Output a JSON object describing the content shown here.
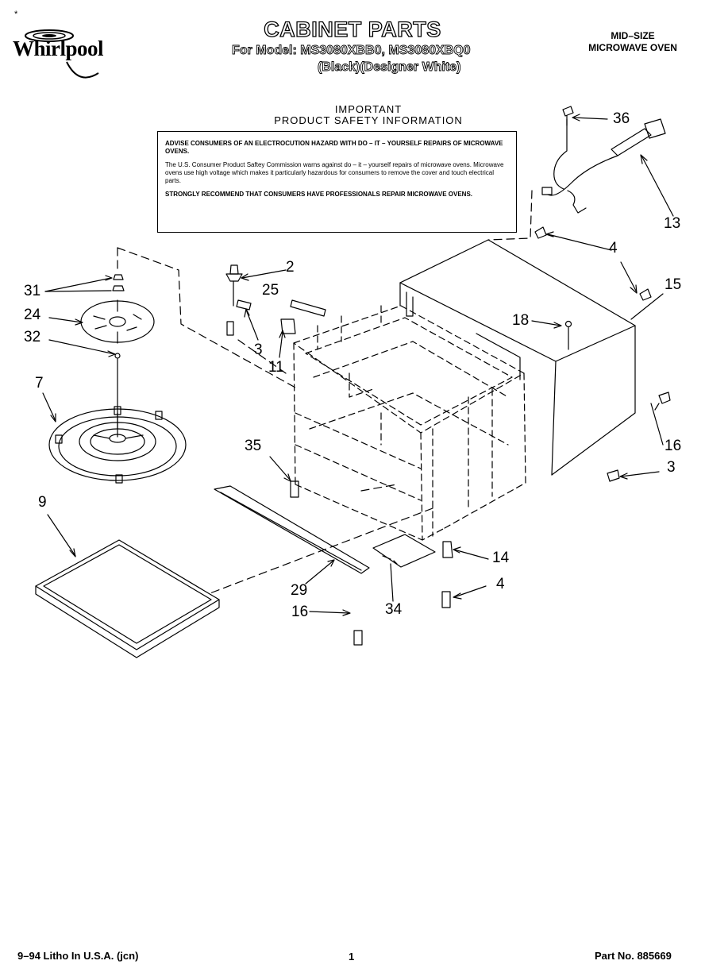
{
  "header": {
    "star": "*",
    "brand": "Whirlpool",
    "title": "CABINET PARTS",
    "model_line": "For Model: MS3080XBB0, MS3080XBQ0",
    "variant_line": "(Black)(Designer White)",
    "category_line1": "MID–SIZE",
    "category_line2": "MICROWAVE OVEN"
  },
  "notice": {
    "heading_line1": "IMPORTANT",
    "heading_line2": "PRODUCT SAFETY INFORMATION",
    "para1": "ADVISE CONSUMERS OF AN ELECTROCUTION HAZARD WITH DO – IT – YOURSELF REPAIRS OF MICROWAVE OVENS.",
    "para2": "The U.S. Consumer Product Saftey Commission warns against do – it – yourself repairs of microwave ovens. Microwave ovens use high voltage which makes it particularly hazardous for consumers to remove the cover and touch electrical parts.",
    "para3": "STRONGLY RECOMMEND THAT CONSUMERS HAVE PROFESSIONALS REPAIR MICROWAVE OVENS."
  },
  "callouts": {
    "c36": "36",
    "c13": "13",
    "c4a": "4",
    "c15": "15",
    "c2": "2",
    "c25": "25",
    "c31": "31",
    "c24": "24",
    "c32": "32",
    "c3a": "3",
    "c11": "11",
    "c18": "18",
    "c7": "7",
    "c16a": "16",
    "c3b": "3",
    "c35": "35",
    "c14": "14",
    "c9": "9",
    "c4b": "4",
    "c29": "29",
    "c34": "34",
    "c16b": "16"
  },
  "footer": {
    "date_line": "9–94 Litho In U.S.A. (jcn)",
    "page": "1",
    "part_number": "Part No. 885669"
  }
}
